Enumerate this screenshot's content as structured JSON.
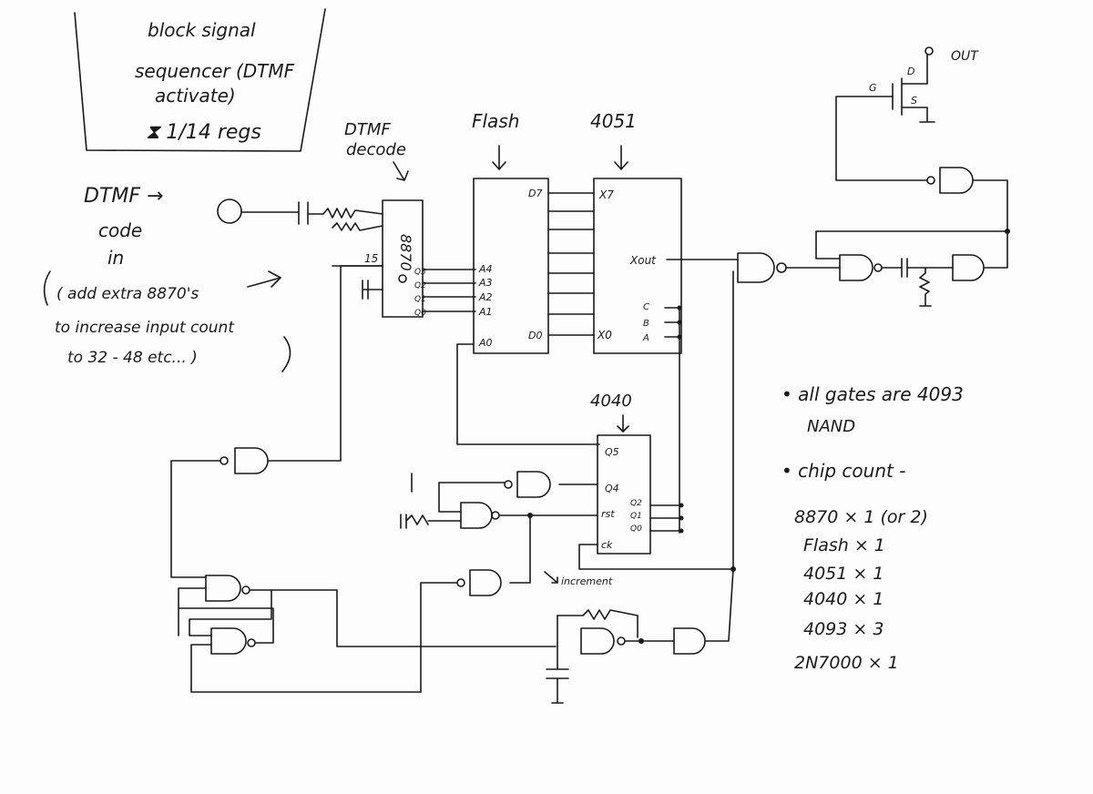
{
  "title_box": {
    "line1": "block signal",
    "line2": "sequencer (DTMF",
    "line3": "activate)",
    "line4": "⧗ 1/14 regs"
  },
  "input": {
    "dtmf_code_in_1": "DTMF →",
    "dtmf_code_in_2": "code",
    "dtmf_code_in_3": "in"
  },
  "note": {
    "line1": "( add extra 8870's",
    "line2": "to increase input count",
    "line3": "to 32 - 48 etc... )"
  },
  "headers": {
    "dtmf_decode_1": "DTMF",
    "dtmf_decode_2": "decode",
    "flash": "Flash",
    "c4051": "4051",
    "c4040": "4040"
  },
  "chips": {
    "decoder_name": "8870",
    "decoder_pin15": "15",
    "decoder_outputs": [
      "Q3",
      "Q2",
      "Q1",
      "Q0"
    ],
    "flash_inputs": [
      "A4",
      "A3",
      "A2",
      "A1",
      "A0"
    ],
    "flash_d7": "D7",
    "flash_d0": "D0",
    "mux_x7": "X7",
    "mux_xout": "Xout",
    "mux_x0": "X0",
    "mux_sel": [
      "C",
      "B",
      "A"
    ],
    "counter_q5": "Q5",
    "counter_q4": "Q4",
    "counter_rst": "rst",
    "counter_ck": "ck",
    "counter_q": [
      "Q2",
      "Q1",
      "Q0"
    ],
    "increment": "increment",
    "mosfet_d": "D",
    "mosfet_s": "S",
    "mosfet_g": "G",
    "out": "OUT"
  },
  "notes_right": {
    "gates_1": "• all gates are 4093",
    "gates_2": "NAND",
    "chip_count": "• chip count -",
    "items": [
      "8870 × 1 (or 2)",
      "Flash × 1",
      "4051 × 1",
      "4040 × 1",
      "4093 × 3",
      "2N7000 × 1"
    ]
  }
}
